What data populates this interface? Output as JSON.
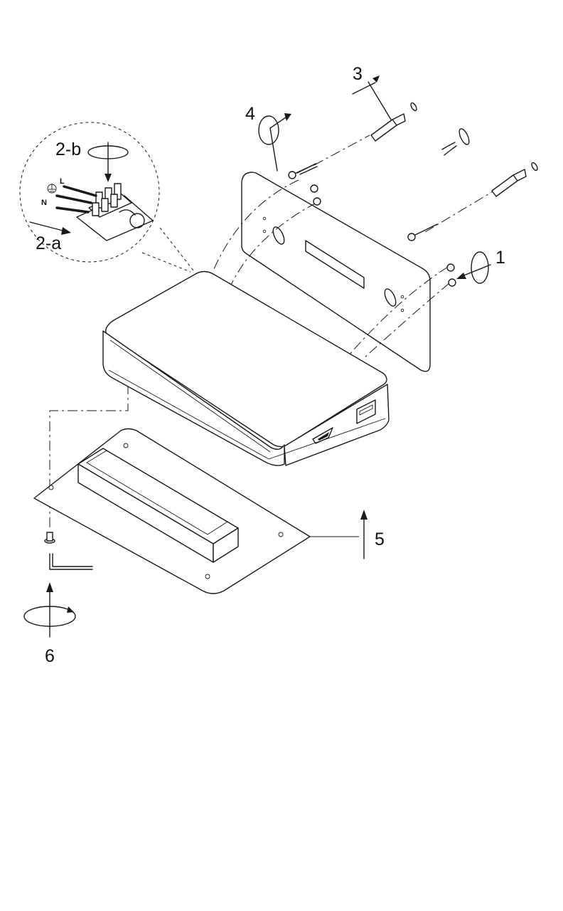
{
  "steps": {
    "step1": "1",
    "step2a": "2-a",
    "step2b": "2-b",
    "step3": "3",
    "step4": "4",
    "step5": "5",
    "step6": "6"
  },
  "terminal_labels": {
    "live": "L",
    "neutral": "N"
  },
  "colors": {
    "line": "#1a1a1a",
    "background": "#ffffff"
  }
}
